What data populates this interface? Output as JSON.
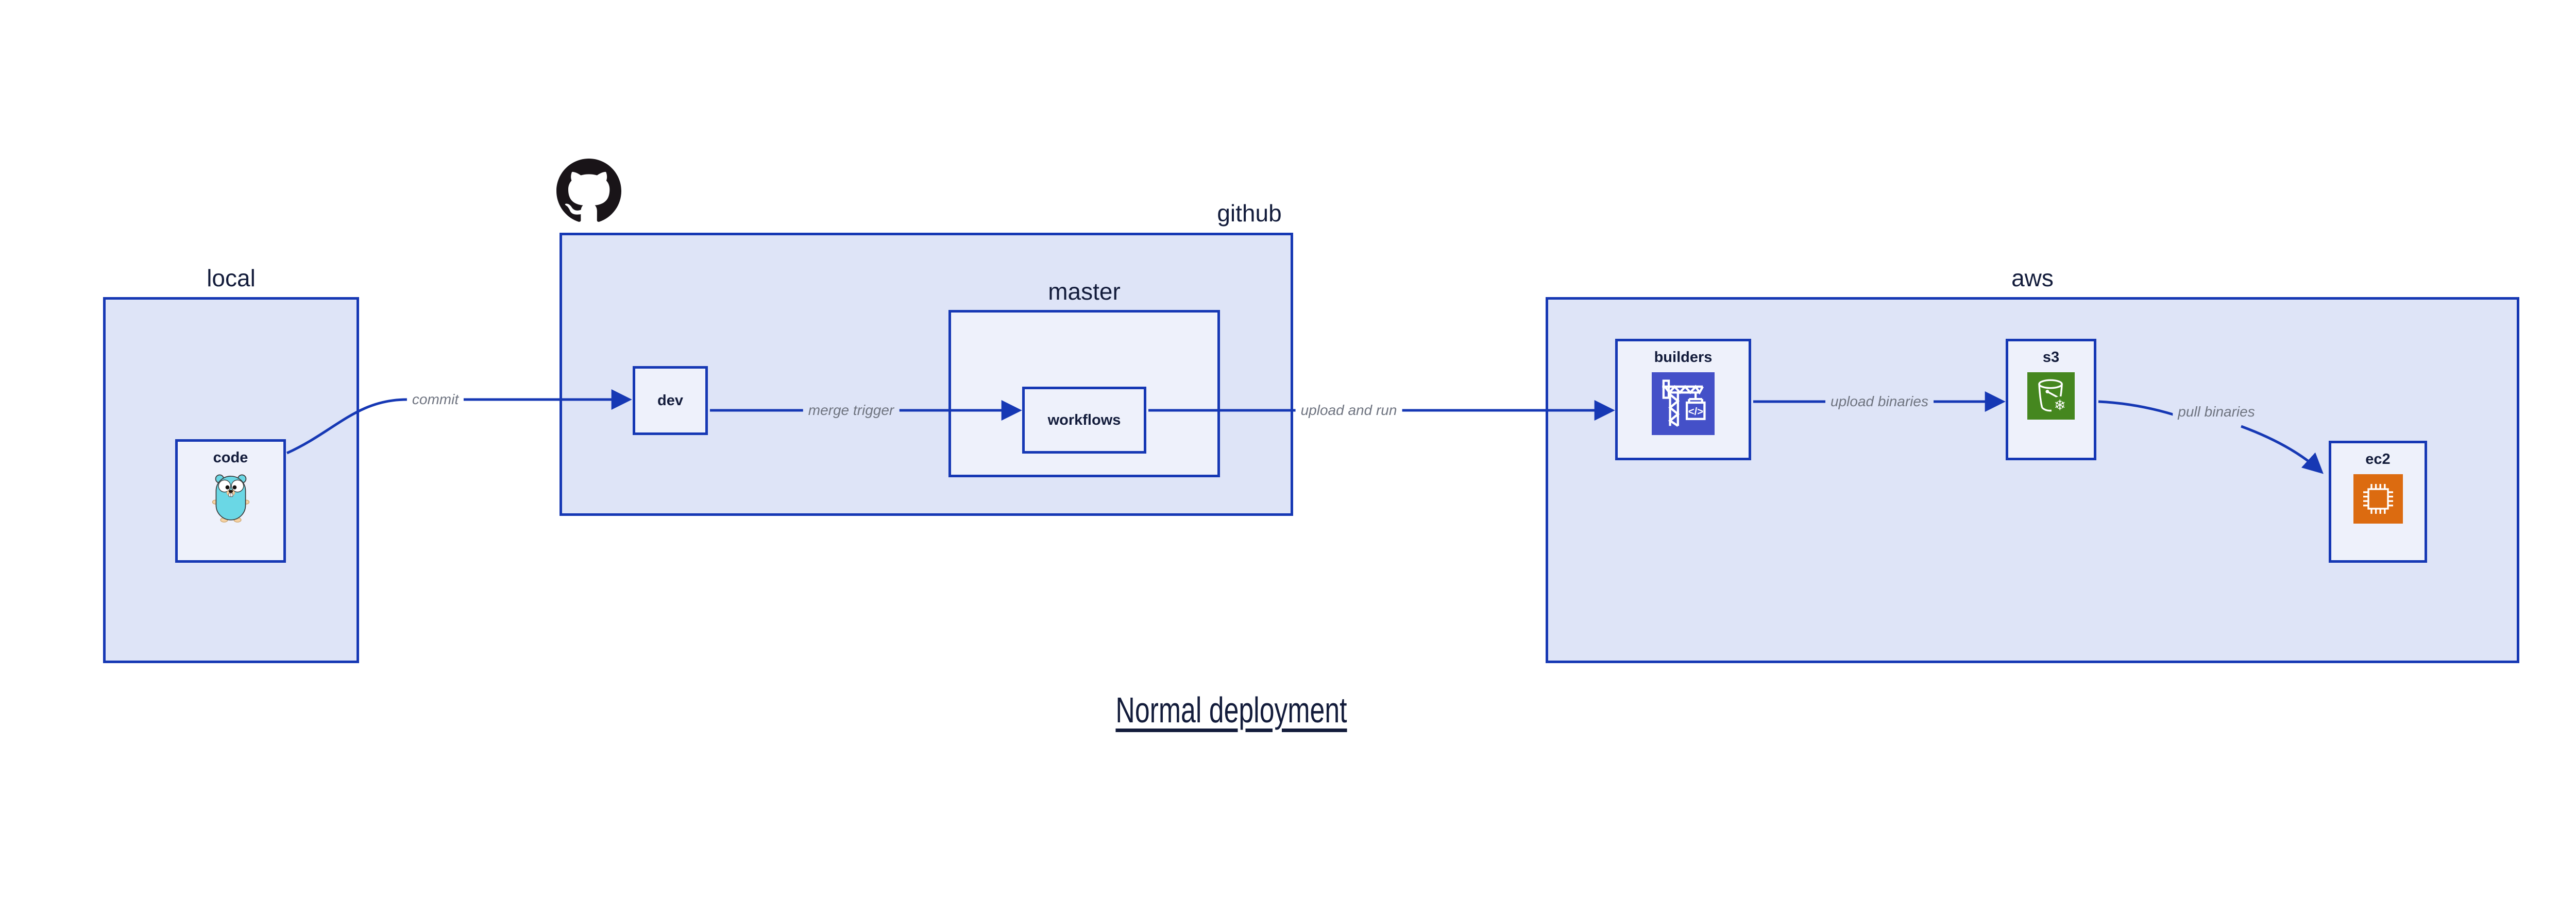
{
  "diagram": {
    "title": "Normal deployment",
    "sections": {
      "local": {
        "label": "local",
        "nodes": {
          "code": {
            "label": "code",
            "icon": "go-gopher"
          }
        }
      },
      "github": {
        "label": "github",
        "logo_icon": "github-octocat",
        "nodes": {
          "dev": {
            "label": "dev"
          },
          "master": {
            "label": "master",
            "nodes": {
              "workflows": {
                "label": "workflows"
              }
            }
          }
        }
      },
      "aws": {
        "label": "aws",
        "nodes": {
          "builders": {
            "label": "builders",
            "icon": "codebuild-crane"
          },
          "s3": {
            "label": "s3",
            "icon": "s3-bucket-snowflake"
          },
          "ec2": {
            "label": "ec2",
            "icon": "ec2-chip"
          }
        }
      }
    },
    "edges": [
      {
        "from": "code",
        "to": "dev",
        "label": "commit"
      },
      {
        "from": "dev",
        "to": "workflows",
        "label": "merge trigger"
      },
      {
        "from": "workflows",
        "to": "builders",
        "label": "upload and run"
      },
      {
        "from": "builders",
        "to": "s3",
        "label": "upload binaries"
      },
      {
        "from": "s3",
        "to": "ec2",
        "label": "pull binaries"
      }
    ],
    "colors": {
      "border_blue": "#1638b4",
      "container_fill": "#dee4f7",
      "node_fill": "#eef1fb",
      "text_navy": "#131c3b",
      "edge_label_gray": "#6f7480",
      "codebuild_indigo": "#4450c8",
      "s3_green": "#45871f",
      "ec2_orange": "#dc6b10",
      "gopher_teal": "#6ad7e5",
      "octocat_black": "#191418"
    }
  }
}
